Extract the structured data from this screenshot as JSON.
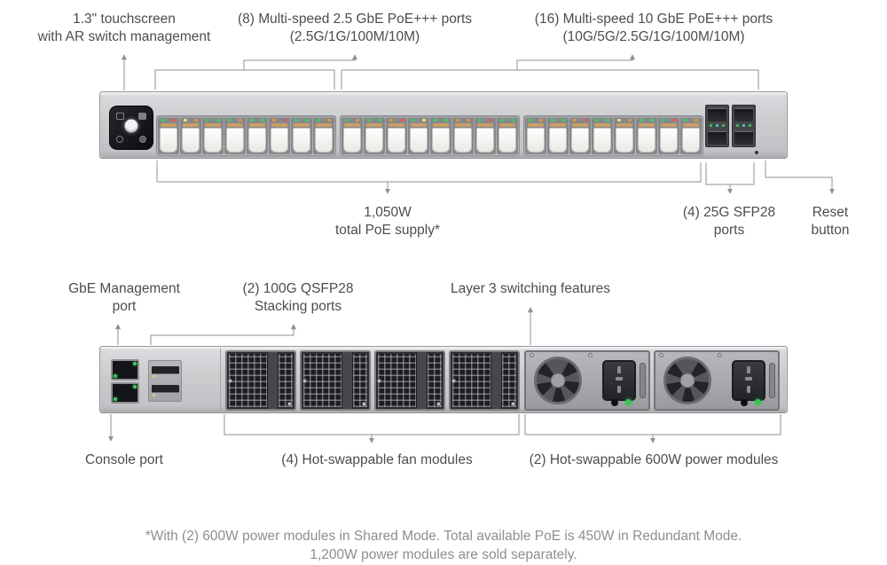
{
  "front_view": {
    "labels": {
      "touchscreen": {
        "line1": "1.3\" touchscreen",
        "line2": "with AR switch management"
      },
      "ports_2_5g": {
        "line1": "(8) Multi-speed 2.5 GbE PoE+++ ports",
        "line2": "(2.5G/1G/100M/10M)"
      },
      "ports_10g": {
        "line1": "(16) Multi-speed 10 GbE PoE+++ ports",
        "line2": "(10G/5G/2.5G/1G/100M/10M)"
      },
      "poe_supply": {
        "line1": "1,050W",
        "line2": "total PoE supply*"
      },
      "sfp28": {
        "line1": "(4) 25G SFP28",
        "line2": "ports"
      },
      "reset": {
        "line1": "Reset",
        "line2": "button"
      }
    },
    "ports": {
      "rj45_groups": 3,
      "ports_per_group": 8,
      "sfp28_count": 4
    },
    "led_colors": [
      [
        "green",
        "red"
      ],
      [
        "yellow",
        "orange"
      ],
      [
        "green",
        "green"
      ],
      [
        "green",
        "orange"
      ],
      [
        "green",
        "green"
      ],
      [
        "orange",
        "red"
      ],
      [
        "green",
        "green"
      ],
      [
        "green",
        "orange"
      ],
      [
        "green",
        "orange"
      ],
      [
        "green",
        "green"
      ],
      [
        "orange",
        "red"
      ],
      [
        "green",
        "yellow"
      ],
      [
        "green",
        "green"
      ],
      [
        "orange",
        "orange"
      ],
      [
        "green",
        "red"
      ],
      [
        "green",
        "green"
      ],
      [
        "green",
        "orange"
      ],
      [
        "green",
        "green"
      ],
      [
        "orange",
        "red"
      ],
      [
        "green",
        "green"
      ],
      [
        "yellow",
        "orange"
      ],
      [
        "green",
        "green"
      ],
      [
        "green",
        "red"
      ],
      [
        "green",
        "orange"
      ]
    ],
    "sfp_led_colors": [
      [
        "green",
        "teal",
        "green"
      ],
      [
        "green",
        "teal",
        "green"
      ]
    ]
  },
  "rear_view": {
    "labels": {
      "management": {
        "line1": "GbE Management",
        "line2": "port"
      },
      "qsfp28": {
        "line1": "(2) 100G QSFP28",
        "line2": "Stacking ports"
      },
      "layer3": {
        "line1": "Layer 3 switching features"
      },
      "console": {
        "line1": "Console port"
      },
      "fans": {
        "line1": "(4) Hot-swappable fan modules"
      },
      "psu": {
        "line1": "(2) Hot-swappable 600W power modules"
      }
    },
    "modules": {
      "fan_count": 4,
      "psu_count": 2,
      "mgmt_rj45_count": 2,
      "qsfp_slot_count": 2
    }
  },
  "footnote": {
    "line1": "*With (2) 600W power modules in Shared Mode. Total available PoE is 450W in Redundant Mode.",
    "line2": "1,200W power modules are sold separately."
  },
  "colors": {
    "label_text": "#4c4d4f",
    "footnote_text": "#8f8d92",
    "callout_line": "#909194",
    "chassis_silver": "#c9cacd",
    "psu_led_green": "#35c759",
    "led": {
      "green": "#3ccf5e",
      "orange": "#e2993a",
      "red": "#e05c5c",
      "yellow": "#e5e07a",
      "teal": "#4fd0c7"
    }
  }
}
